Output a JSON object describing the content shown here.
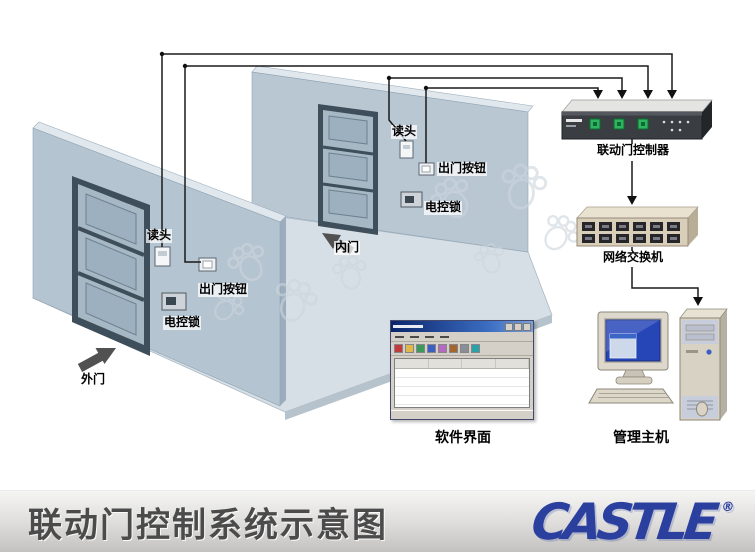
{
  "diagram": {
    "outer_door": {
      "door_label": "外门",
      "reader_label": "读头",
      "exit_button_label": "出门按钮",
      "lock_label": "电控锁"
    },
    "inner_door": {
      "door_label": "内门",
      "reader_label": "读头",
      "exit_button_label": "出门按钮",
      "lock_label": "电控锁"
    },
    "controller_label": "联动门控制器",
    "switch_label": "网络交换机",
    "software_label": "软件界面",
    "host_label": "管理主机"
  },
  "footer": {
    "title": "联动门控制系统示意图",
    "logo_text": "CASTLE",
    "registered_mark": "®"
  },
  "colors": {
    "wall": "#b5c4d1",
    "door_frame": "#3e4e5b",
    "wire": "#1a1a1a",
    "controller_green": "#2fb45f",
    "screen_blue": "#2646b8",
    "logo_blue": "#2b3f9f",
    "footer_title_gray": "#4b4b4b"
  }
}
